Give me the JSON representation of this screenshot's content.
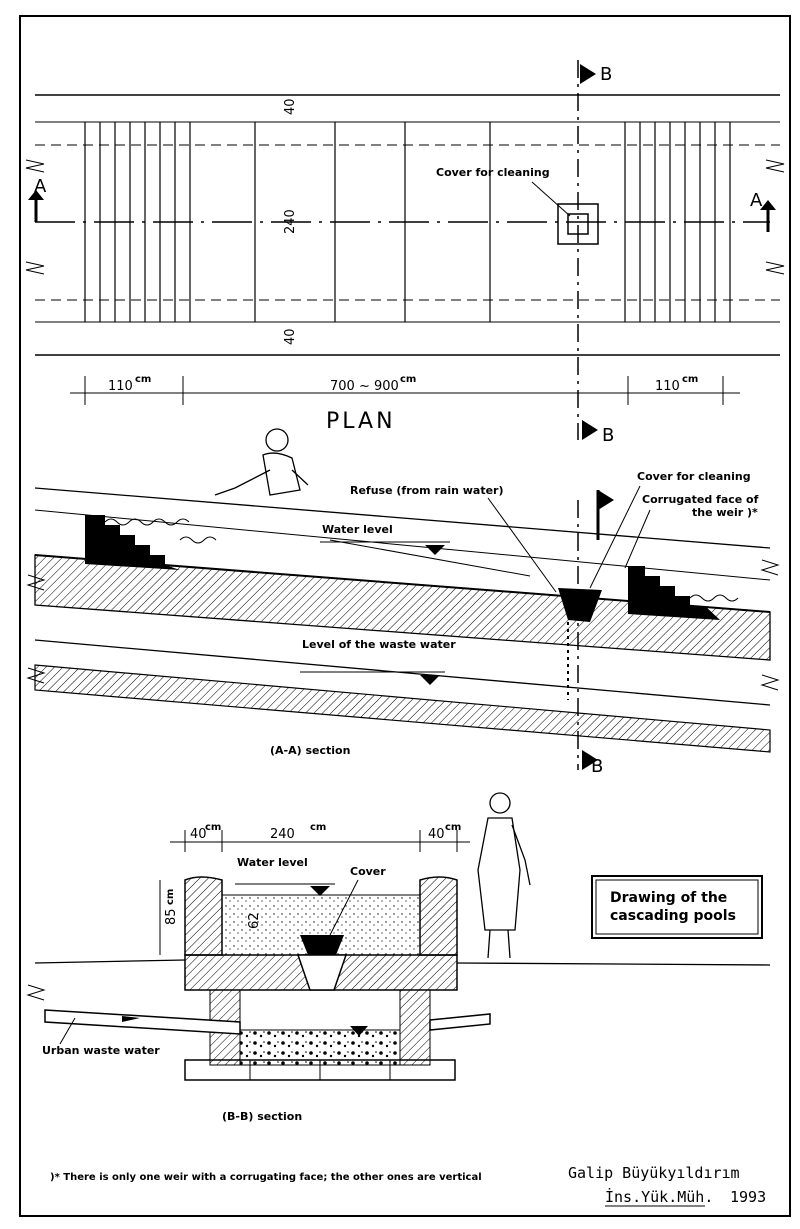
{
  "plan": {
    "title": "PLAN",
    "cover_label": "Cover for cleaning",
    "section_marker_a": "A",
    "section_marker_b": "B",
    "dim_side_left": "110",
    "dim_middle": "700 ~ 900",
    "dim_side_right": "110",
    "unit": "cm",
    "dim_top_band": "40",
    "dim_width": "240",
    "dim_bottom_band": "40"
  },
  "section_aa": {
    "title": "(A-A) section",
    "refuse_label": "Refuse (from rain water)",
    "cover_label": "Cover for cleaning",
    "corrugated_label_line1": "Corrugated face of",
    "corrugated_label_line2": "the weir )*",
    "water_level_label": "Water level",
    "waste_water_label": "Level of the waste water"
  },
  "section_bb": {
    "title": "(B-B) section",
    "dim_left": "40",
    "dim_middle": "240",
    "dim_right": "40",
    "unit": "cm",
    "dim_height": "85",
    "dim_height_unit": "cm",
    "dim_depth": "62",
    "water_level_label": "Water level",
    "cover_label": "Cover",
    "urban_label": "Urban waste water"
  },
  "legend_box": {
    "line1": "Drawing of the",
    "line2": "cascading pools"
  },
  "footnote": ")* There is only one weir with a corrugating face; the other ones are vertical",
  "signature": {
    "name": "Galip Büyükyıldırım",
    "title": "İns.Yük.Müh.",
    "year": "1993"
  }
}
